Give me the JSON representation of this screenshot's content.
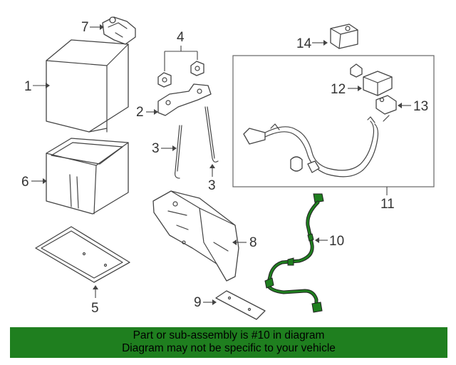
{
  "callouts": {
    "c1": "1",
    "c2": "2",
    "c3a": "3",
    "c3b": "3",
    "c4": "4",
    "c5": "5",
    "c6": "6",
    "c7": "7",
    "c8": "8",
    "c9": "9",
    "c10": "10",
    "c11": "11",
    "c12": "12",
    "c13": "13",
    "c14": "14"
  },
  "highlighted_part": "10",
  "colors": {
    "highlight": "#1f7f1f",
    "banner": "#1f7f1f",
    "line": "#444444"
  },
  "banner": {
    "line1": "Part or sub-assembly is #10 in diagram",
    "line2": "Diagram may not be specific to your vehicle"
  }
}
